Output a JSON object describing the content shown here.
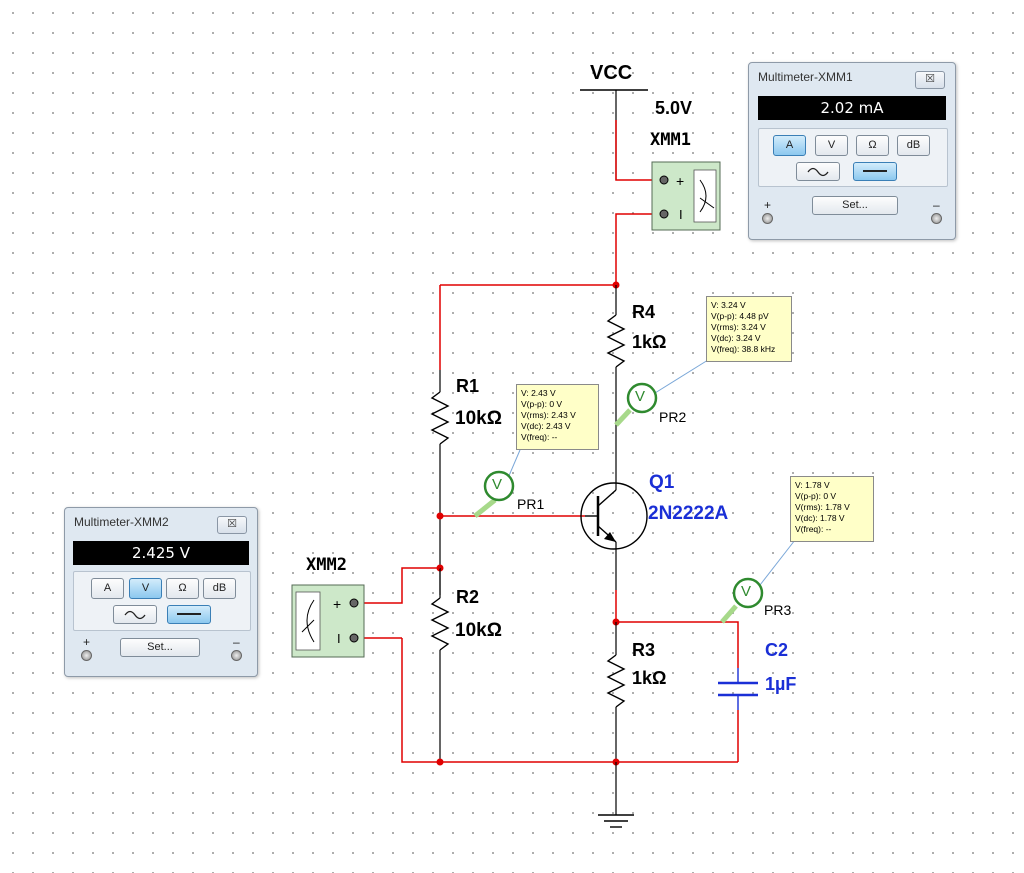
{
  "vcc": {
    "label": "VCC",
    "value": "5.0V"
  },
  "xmm1": {
    "label": "XMM1"
  },
  "xmm2": {
    "label": "XMM2"
  },
  "components": {
    "r1": {
      "ref": "R1",
      "value": "10kΩ"
    },
    "r2": {
      "ref": "R2",
      "value": "10kΩ"
    },
    "r3": {
      "ref": "R3",
      "value": "1kΩ"
    },
    "r4": {
      "ref": "R4",
      "value": "1kΩ"
    },
    "q1": {
      "ref": "Q1",
      "model": "2N2222A"
    },
    "c2": {
      "ref": "C2",
      "value": "1µF"
    }
  },
  "probes": {
    "pr1": {
      "name": "PR1",
      "symbol": "V",
      "lines": [
        "V: 2.43 V",
        "V(p-p): 0 V",
        "V(rms): 2.43 V",
        "V(dc): 2.43 V",
        "V(freq): --"
      ]
    },
    "pr2": {
      "name": "PR2",
      "symbol": "V",
      "lines": [
        "V: 3.24 V",
        "V(p-p): 4.48 pV",
        "V(rms): 3.24 V",
        "V(dc): 3.24 V",
        "V(freq): 38.8 kHz"
      ]
    },
    "pr3": {
      "name": "PR3",
      "symbol": "V",
      "lines": [
        "V: 1.78 V",
        "V(p-p): 0 V",
        "V(rms): 1.78 V",
        "V(dc): 1.78 V",
        "V(freq): --"
      ]
    }
  },
  "multimeter1": {
    "title": "Multimeter-XMM1",
    "close": "☒",
    "display": "2.02 mA",
    "modes": [
      "A",
      "V",
      "Ω",
      "dB"
    ],
    "active_mode": "A",
    "wave_ac": "∼",
    "set_label": "Set...",
    "plus": "+",
    "minus": "–"
  },
  "multimeter2": {
    "title": "Multimeter-XMM2",
    "close": "☒",
    "display": "2.425 V",
    "modes": [
      "A",
      "V",
      "Ω",
      "dB"
    ],
    "active_mode": "V",
    "wave_ac": "∼",
    "set_label": "Set...",
    "plus": "+",
    "minus": "–"
  },
  "colors": {
    "wire_red": "#e00000",
    "wire_black": "#000000",
    "component_blue": "#1a2fd6",
    "probe_green": "#2f8a2f",
    "tooltip_bg": "#ffffc8"
  }
}
